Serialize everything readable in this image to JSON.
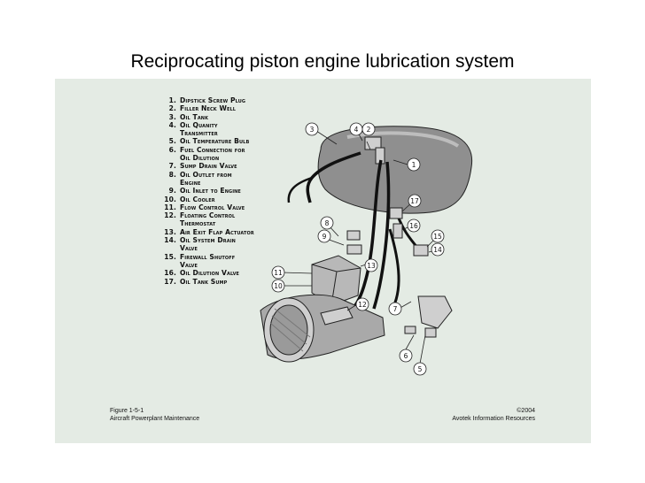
{
  "title": "Reciprocating piston engine lubrication system",
  "legend": [
    {
      "n": "1.",
      "lines": [
        "Dipstick Screw Plug"
      ]
    },
    {
      "n": "2.",
      "lines": [
        "Filler Neck Well"
      ]
    },
    {
      "n": "3.",
      "lines": [
        "Oil Tank"
      ]
    },
    {
      "n": "4.",
      "lines": [
        "Oil Quanity",
        "Transmitter"
      ]
    },
    {
      "n": "5.",
      "lines": [
        "Oil Temperature Bulb"
      ]
    },
    {
      "n": "6.",
      "lines": [
        "Fuel Connection for",
        "Oil Dilution"
      ]
    },
    {
      "n": "7.",
      "lines": [
        "Sump Drain Valve"
      ]
    },
    {
      "n": "8.",
      "lines": [
        "Oil Outlet from",
        "Engine"
      ]
    },
    {
      "n": "9.",
      "lines": [
        "Oil Inlet to Engine"
      ]
    },
    {
      "n": "10.",
      "lines": [
        "Oil Cooler"
      ]
    },
    {
      "n": "11.",
      "lines": [
        "Flow Control Valve"
      ]
    },
    {
      "n": "12.",
      "lines": [
        "Floating Control",
        "Thermostat"
      ]
    },
    {
      "n": "13.",
      "lines": [
        "Air Exit Flap Actuator"
      ]
    },
    {
      "n": "14.",
      "lines": [
        "Oil System Drain",
        "Valve"
      ]
    },
    {
      "n": "15.",
      "lines": [
        "Firewall Shutoff",
        "Valve"
      ]
    },
    {
      "n": "16.",
      "lines": [
        "Oil Dilution Valve"
      ]
    },
    {
      "n": "17.",
      "lines": [
        "Oil Tank Sump"
      ]
    }
  ],
  "callouts": [
    "1",
    "2",
    "3",
    "4",
    "5",
    "6",
    "7",
    "8",
    "9",
    "10",
    "11",
    "12",
    "13",
    "14",
    "15",
    "16",
    "17"
  ],
  "caption": {
    "figure_number": "Figure 1-5-1",
    "figure_source": "Aircraft Powerplant Maintenance",
    "copyright": "©2004",
    "publisher": "Avotek Information Resources"
  },
  "colors": {
    "figure_background": "#e4ebe4",
    "line": "#111111",
    "tank_fill": "#9a9a9a"
  }
}
